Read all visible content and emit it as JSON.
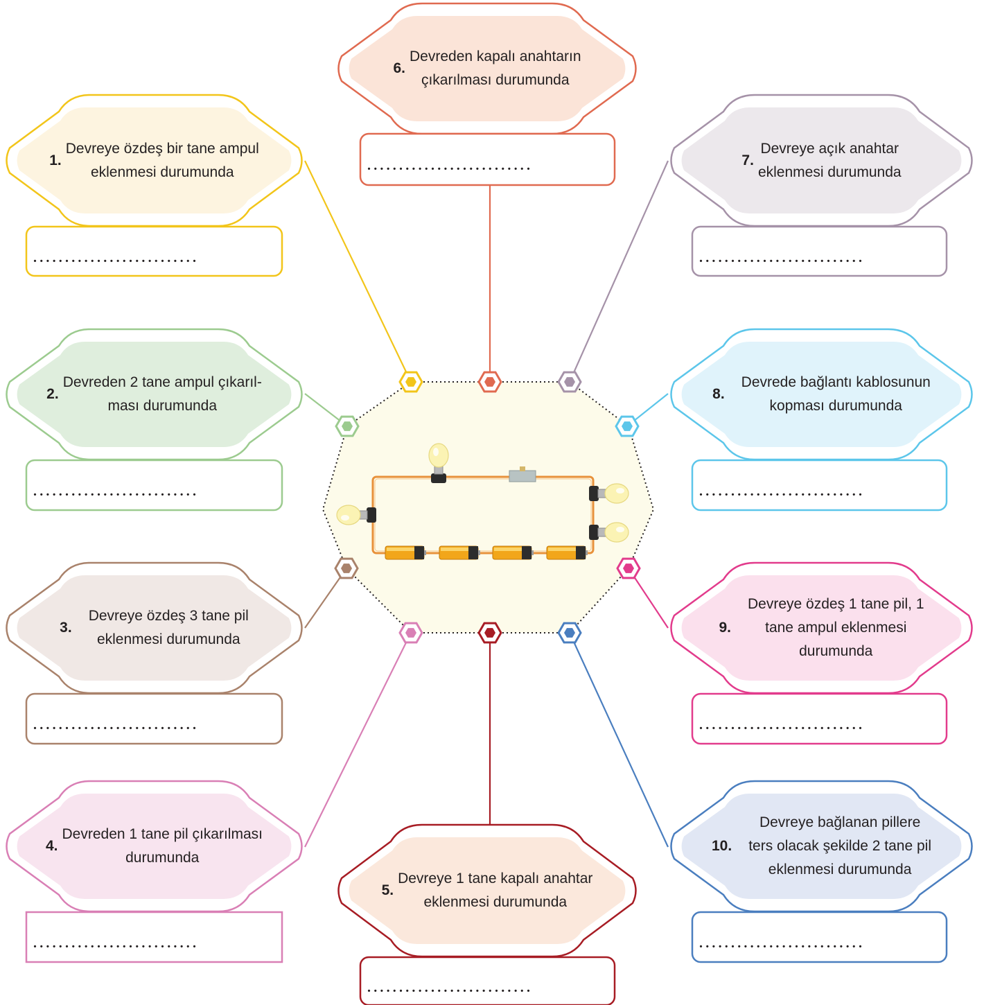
{
  "colors": {
    "yellow": "#f2c51a",
    "yellow_fill": "#fdf4e0",
    "green": "#9ccb8f",
    "green_fill": "#dfeedd",
    "brown": "#a9826b",
    "brown_fill": "#f0e8e5",
    "pink": "#d97fb5",
    "pink_fill": "#f8e4ef",
    "red": "#a71c24",
    "red_fill": "#fbe8dc",
    "orange": "#e06a50",
    "orange_fill": "#fbe4d8",
    "purple": "#a592a8",
    "purple_fill": "#ece8ec",
    "cyan": "#5cc6ea",
    "cyan_fill": "#e0f3fb",
    "magenta": "#e23b8c",
    "magenta_fill": "#fbe0ed",
    "blue": "#4a7ebf",
    "blue_fill": "#e1e7f4",
    "center_fill": "#fdfbea",
    "wire": "#e8913a"
  },
  "answer_blank": "..........................",
  "items": [
    {
      "num": "1.",
      "text": "Devreye özdeş bir tane ampul\neklenmesi durumunda"
    },
    {
      "num": "2.",
      "text": "Devreden 2 tane ampul çıkarıl-\nması durumunda"
    },
    {
      "num": "3.",
      "text": "Devreye özdeş 3 tane pil\neklenmesi durumunda"
    },
    {
      "num": "4.",
      "text": "Devreden 1 tane pil çıkarılması\ndurumunda"
    },
    {
      "num": "5.",
      "text": "Devreye 1 tane kapalı anahtar\neklenmesi durumunda"
    },
    {
      "num": "6.",
      "text": "Devreden kapalı anahtarın\nçıkarılması durumunda"
    },
    {
      "num": "7.",
      "text": "Devreye açık anahtar\neklenmesi durumunda"
    },
    {
      "num": "8.",
      "text": "Devrede bağlantı kablosunun\nkopması durumunda"
    },
    {
      "num": "9.",
      "text": "Devreye özdeş 1 tane pil, 1\ntane ampul eklenmesi\ndurumunda"
    },
    {
      "num": "10.",
      "text": "Devreye bağlanan pillere\nters olacak şekilde 2 tane pil\neklenmesi durumunda"
    }
  ],
  "circuit": {
    "bulb_icon": "light-bulb-icon",
    "battery_icon": "battery-icon",
    "switch_icon": "switch-icon",
    "bulb_count": 4,
    "battery_count": 4,
    "switch_count": 1
  }
}
